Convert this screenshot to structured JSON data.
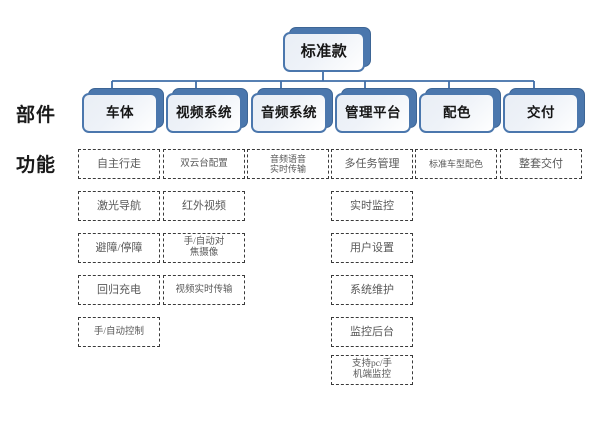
{
  "diagram": {
    "title": "标准款",
    "row_labels": {
      "parts": "部件",
      "functions": "功能"
    },
    "colors": {
      "node_border": "#4b77ad",
      "node_shadow": "#4b77ad",
      "node_face_light": "#ffffff",
      "node_face_tint": "#e9eef5",
      "connector": "#3f6ea8",
      "leaf_border": "#3a3a3a",
      "leaf_text": "#595959",
      "label_text": "#1a1a1a",
      "background": "#ffffff"
    },
    "root": {
      "label": "标准款"
    },
    "branches": [
      {
        "label": "车体",
        "functions": [
          "自主行走",
          "激光导航",
          "避障/停障",
          "回归充电",
          "手/自动控制"
        ]
      },
      {
        "label": "视频系统",
        "functions": [
          "双云台配置",
          "红外视频",
          "手/自动对\n焦摄像",
          "视频实时传输"
        ]
      },
      {
        "label": "音频系统",
        "functions": [
          "音频语音\n实时传输"
        ]
      },
      {
        "label": "管理平台",
        "functions": [
          "多任务管理",
          "实时监控",
          "用户设置",
          "系统维护",
          "监控后台",
          "支持pc/手\n机端监控"
        ]
      },
      {
        "label": "配色",
        "functions": [
          "标准车型配色"
        ]
      },
      {
        "label": "交付",
        "functions": [
          "整套交付"
        ]
      }
    ]
  }
}
